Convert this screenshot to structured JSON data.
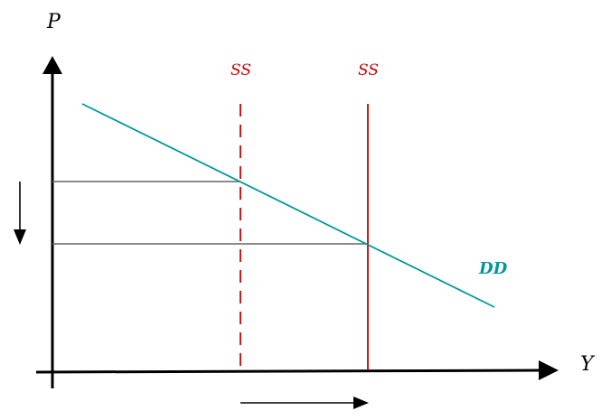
{
  "labels": {
    "p_axis": "P",
    "y_axis": "Y",
    "ss_old": "SS",
    "ss_new": "SS",
    "dd": "DD"
  },
  "colors": {
    "axis": "#000000",
    "supply": "#cc0000",
    "demand": "#009999",
    "guide": "#666666",
    "arrow": "#000000"
  },
  "icons": {
    "price_change": "arrow-down-icon",
    "output_change": "arrow-right-icon"
  }
}
